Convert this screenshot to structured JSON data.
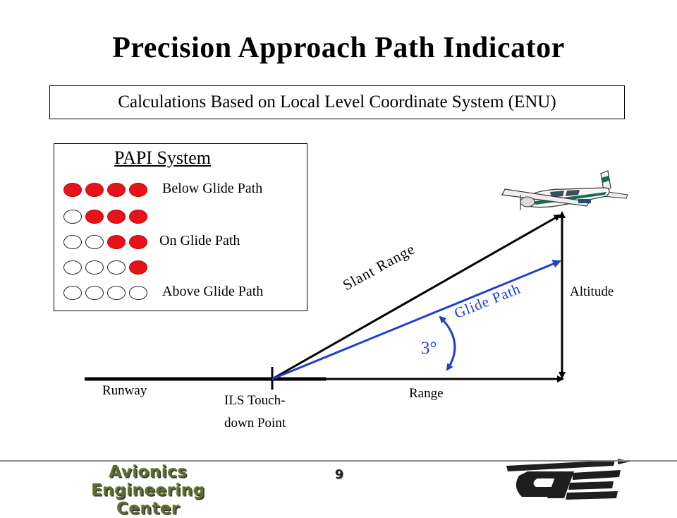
{
  "title": "Precision Approach Path Indicator",
  "subtitle": "Calculations Based on Local Level Coordinate System (ENU)",
  "papi": {
    "title": "PAPI System",
    "rows": [
      {
        "lights": [
          "red",
          "red",
          "red",
          "red"
        ],
        "label": "Below Glide Path"
      },
      {
        "lights": [
          "white",
          "red",
          "red",
          "red"
        ],
        "label": ""
      },
      {
        "lights": [
          "white",
          "white",
          "red",
          "red"
        ],
        "label": "On Glide Path"
      },
      {
        "lights": [
          "white",
          "white",
          "white",
          "red"
        ],
        "label": ""
      },
      {
        "lights": [
          "white",
          "white",
          "white",
          "white"
        ],
        "label": "Above Glide Path"
      }
    ]
  },
  "diagram": {
    "slant_range_label": "Slant Range",
    "glide_path_label": "Glide Path",
    "altitude_label": "Altitude",
    "angle_label": "3°",
    "runway_label": "Runway",
    "touchdown_label_line1": "ILS Touch-",
    "touchdown_label_line2": "down Point",
    "range_label": "Range"
  },
  "colors": {
    "red_light": "#e8121a",
    "glide_path": "#1f3fcf",
    "line": "#000000"
  },
  "footer": {
    "left_line1": "Avionics Engineering",
    "left_line2": "Center",
    "page_number": "9"
  }
}
